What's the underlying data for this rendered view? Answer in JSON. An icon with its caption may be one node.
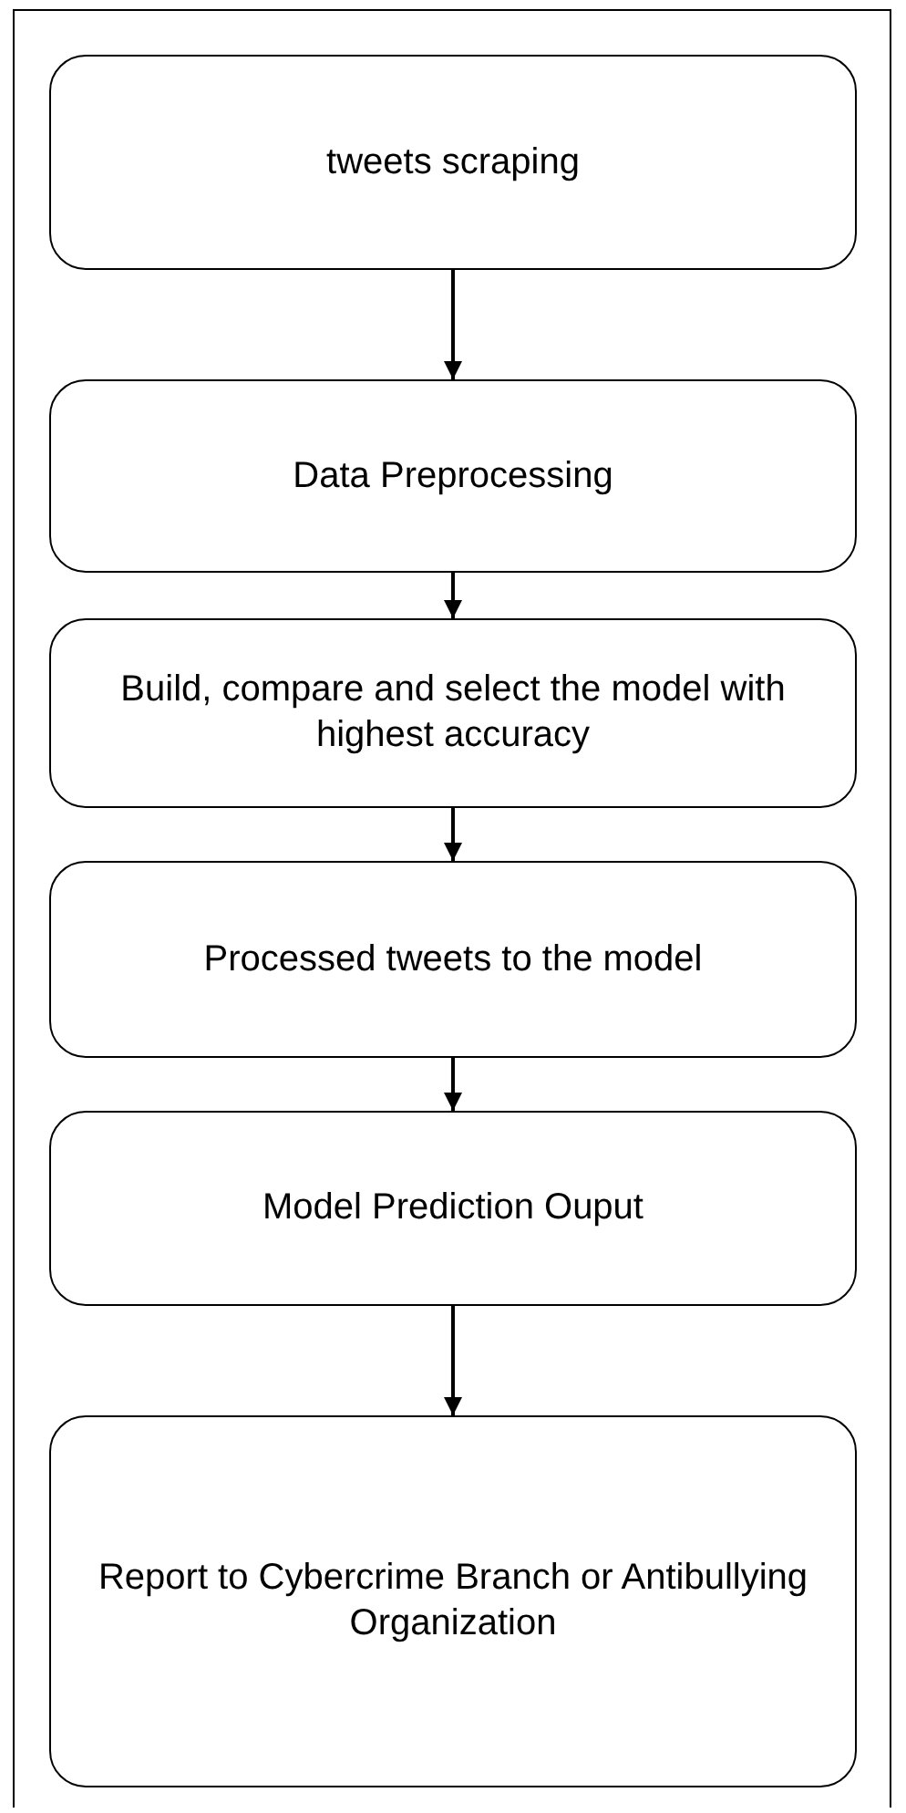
{
  "diagram": {
    "nodes": [
      {
        "text": [
          "tweets scraping"
        ]
      },
      {
        "text": [
          "Data Preprocessing"
        ]
      },
      {
        "text": [
          "Build, compare and select the model with highest accuracy"
        ]
      },
      {
        "text": [
          "Processed tweets to the model"
        ]
      },
      {
        "text": [
          "Model Prediction Ouput"
        ]
      },
      {
        "text": [
          "Report to Cybercrime Branch or Antibullying Organization"
        ]
      }
    ],
    "edges": [
      {
        "from": 0,
        "to": 1,
        "arrow": "to"
      },
      {
        "from": 1,
        "to": 2,
        "arrow": "to"
      },
      {
        "from": 2,
        "to": 3,
        "arrow": "to"
      },
      {
        "from": 3,
        "to": 4,
        "arrow": "to"
      },
      {
        "from": 4,
        "to": 5,
        "arrow": "to"
      }
    ]
  }
}
